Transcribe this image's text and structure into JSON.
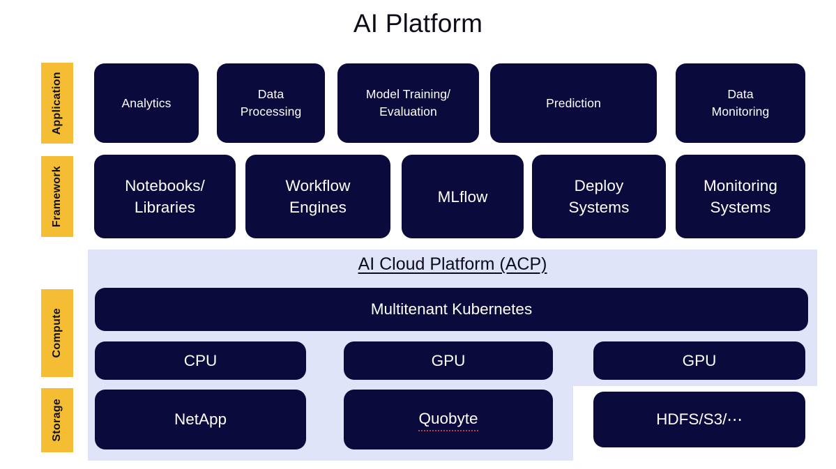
{
  "page": {
    "title": "AI Platform",
    "background": "#ffffff",
    "box_color": "#0a0a3c",
    "box_text_color": "#ffffff",
    "label_color": "#f5bd33",
    "label_text_color": "#121212",
    "panel_color": "#dfe4f9",
    "title_color": "#0d0d1a"
  },
  "side_labels": [
    {
      "id": "application",
      "text": "Application"
    },
    {
      "id": "framework",
      "text": "Framework"
    },
    {
      "id": "compute",
      "text": "Compute"
    },
    {
      "id": "storage",
      "text": "Storage"
    }
  ],
  "acp": {
    "title": "AI Cloud Platform (ACP)",
    "underlined": true
  },
  "rows": {
    "application": {
      "label": "Application",
      "boxes": [
        {
          "text": "Analytics"
        },
        {
          "text": "Data\nProcessing"
        },
        {
          "text": "Model Training/\nEvaluation"
        },
        {
          "text": "Prediction"
        },
        {
          "text": "Data\nMonitoring"
        }
      ]
    },
    "framework": {
      "label": "Framework",
      "boxes": [
        {
          "text": "Notebooks/\nLibraries"
        },
        {
          "text": "Workflow\nEngines"
        },
        {
          "text": "MLflow"
        },
        {
          "text": "Deploy\nSystems"
        },
        {
          "text": "Monitoring\nSystems"
        }
      ]
    },
    "compute": {
      "label": "Compute",
      "orchestrator": {
        "text": "Multitenant Kubernetes"
      },
      "boxes": [
        {
          "text": "CPU"
        },
        {
          "text": "GPU"
        },
        {
          "text": "GPU"
        }
      ]
    },
    "storage": {
      "label": "Storage",
      "boxes": [
        {
          "text": "NetApp",
          "spellcheck_underline": false
        },
        {
          "text": "Quobyte",
          "spellcheck_underline": true
        },
        {
          "text": "HDFS/S3/⋯",
          "spellcheck_underline": false
        }
      ]
    }
  }
}
